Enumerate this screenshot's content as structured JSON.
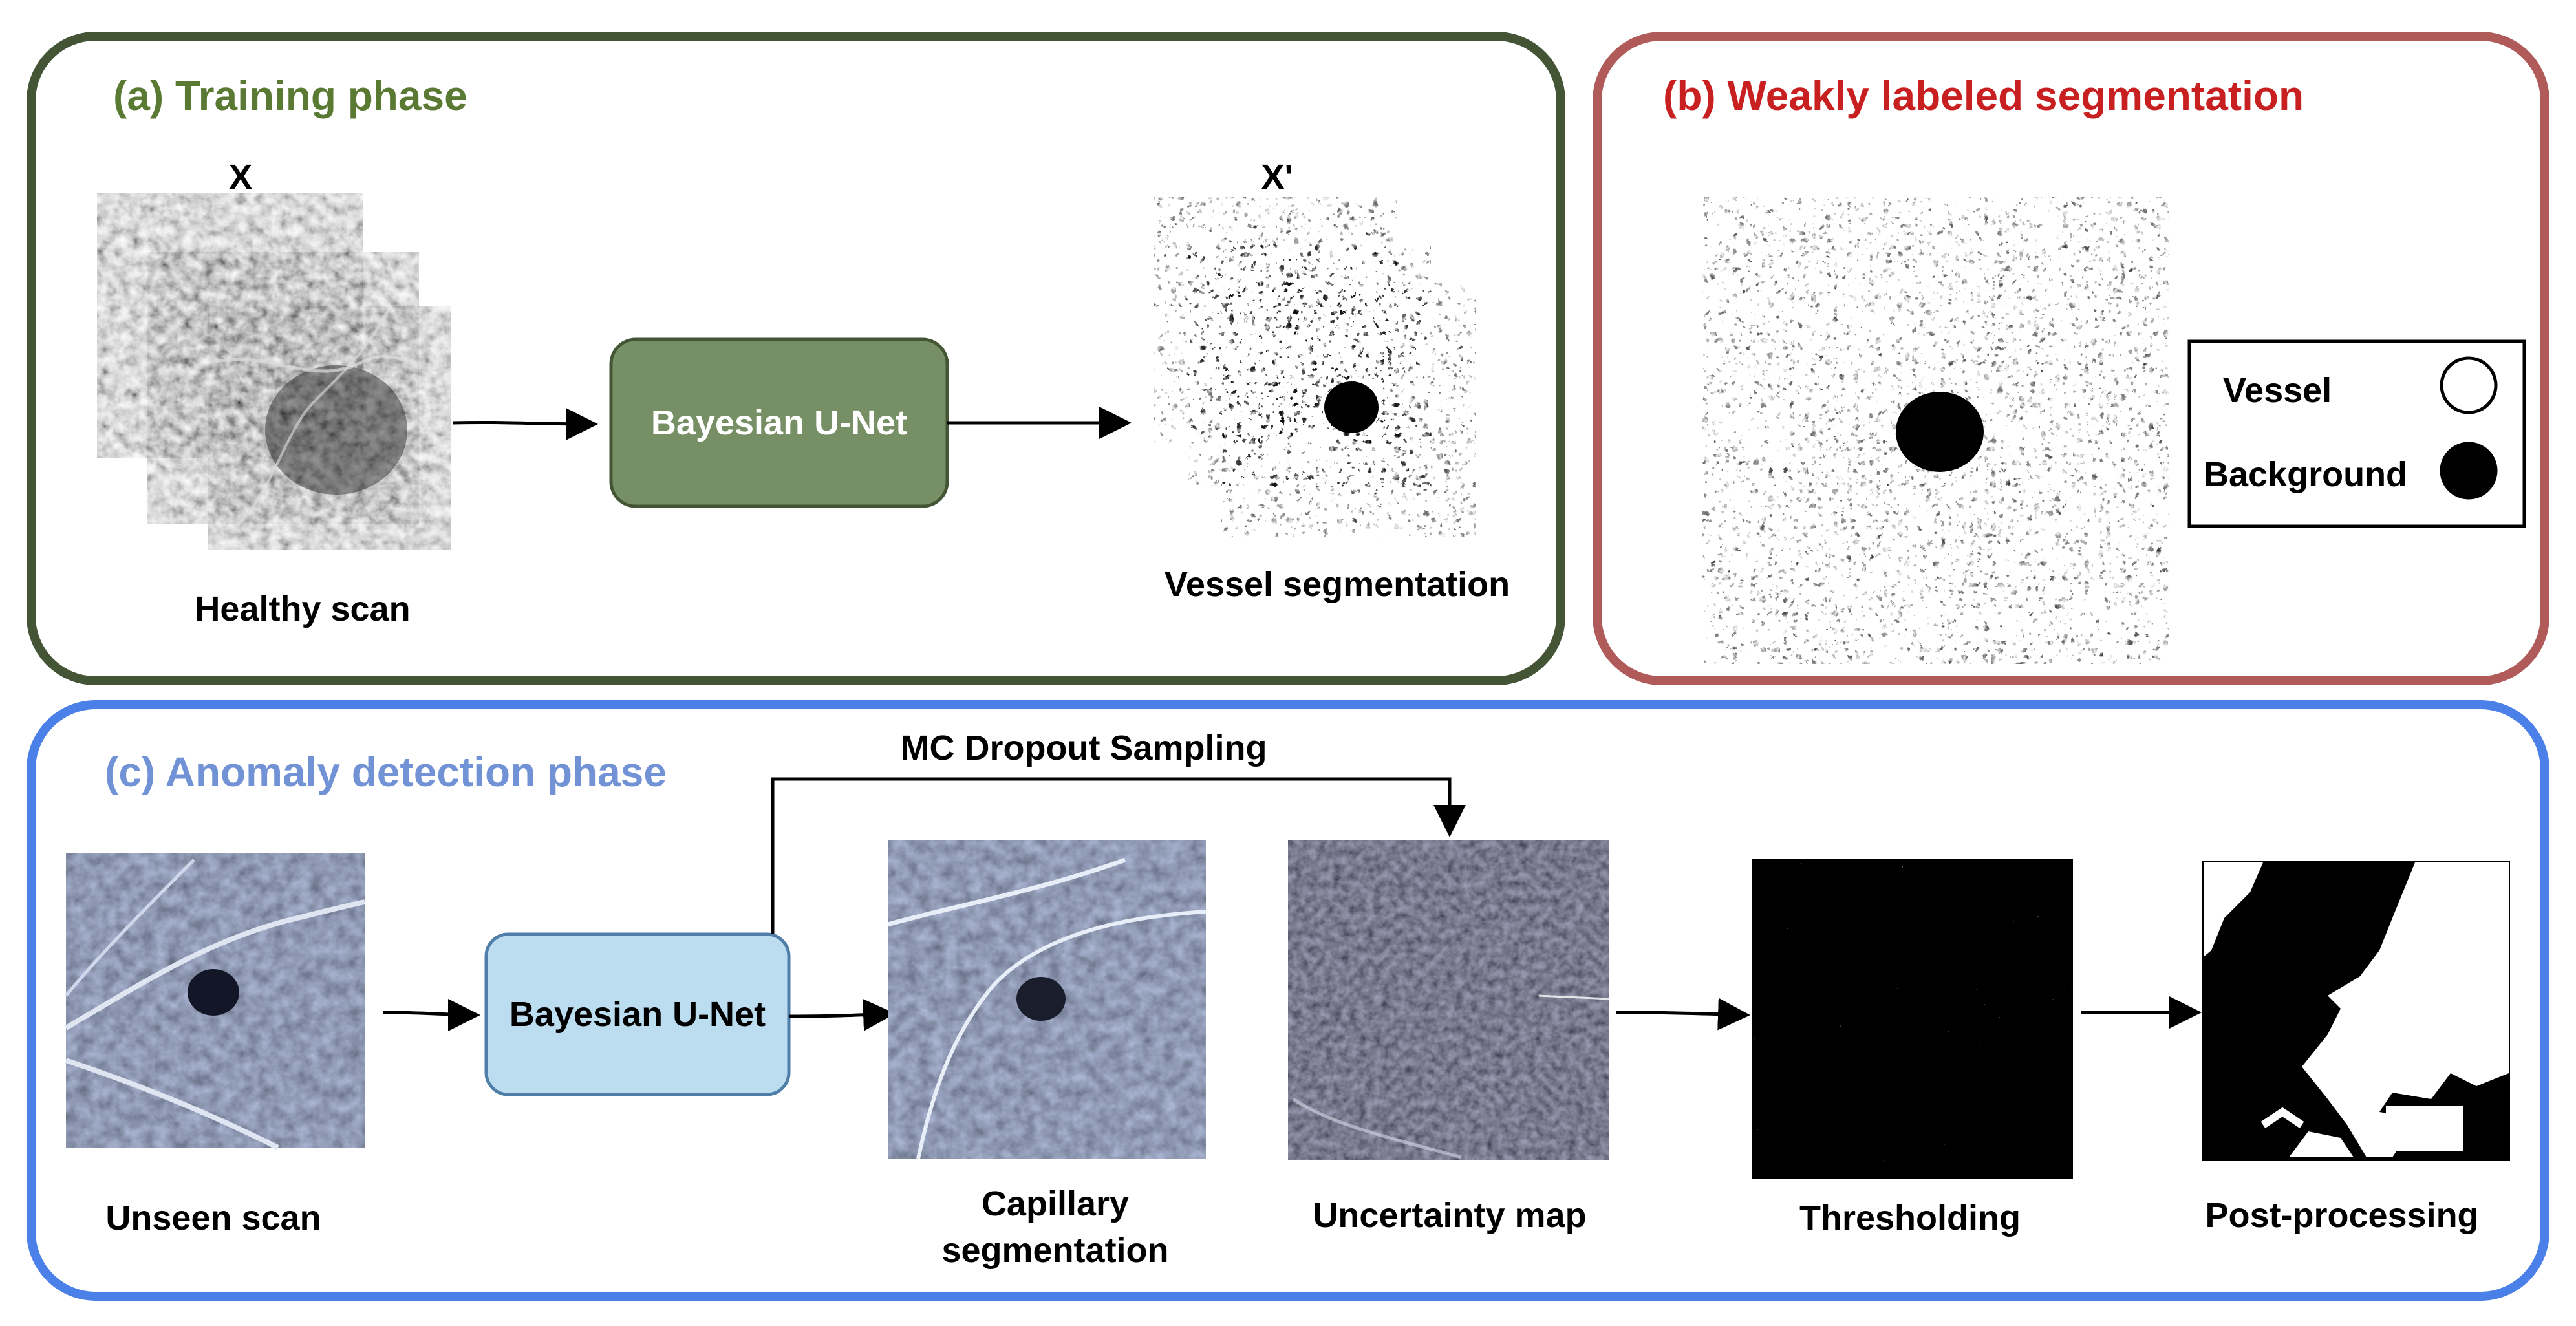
{
  "panels": {
    "training": {
      "title": "(a) Training phase",
      "input_symbol": "X",
      "output_symbol": "X'",
      "model": "Bayesian U-Net",
      "input_caption": "Healthy scan",
      "output_caption": "Vessel segmentation"
    },
    "weak": {
      "title": "(b) Weakly labeled segmentation",
      "legend": [
        {
          "label": "Vessel",
          "fill": "#ffffff"
        },
        {
          "label": "Background",
          "fill": "#000000"
        }
      ]
    },
    "anomaly": {
      "title": "(c) Anomaly detection phase",
      "model": "Bayesian U-Net",
      "loop_label": "MC Dropout Sampling",
      "captions": {
        "unseen": "Unseen scan",
        "capillary_1": "Capillary",
        "capillary_2": "segmentation",
        "uncertainty": "Uncertainty map",
        "threshold": "Thresholding",
        "post": "Post-processing"
      }
    }
  },
  "colors": {
    "training_border": "#435535",
    "training_title": "#5a7a34",
    "training_box": "#778f65",
    "weak_border": "#b05a5a",
    "weak_title": "#c82020",
    "anomaly_border": "#4a80e8",
    "anomaly_title": "#7292d6",
    "anomaly_box": "#bcdcf0",
    "anomaly_box_border": "#4f7fa8"
  }
}
